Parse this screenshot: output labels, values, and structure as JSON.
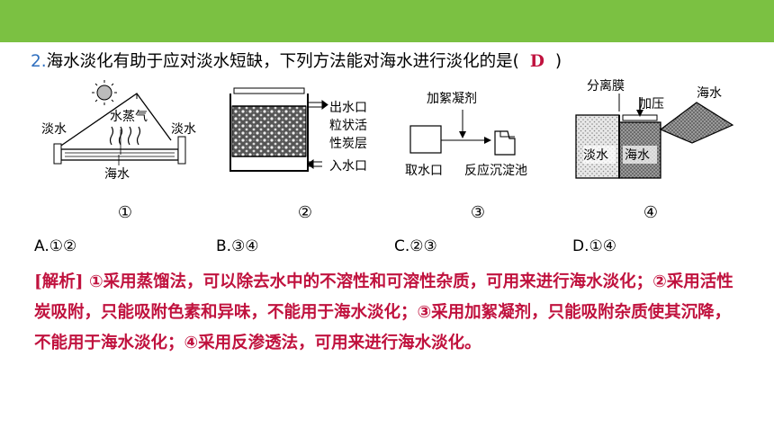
{
  "question": {
    "number": "2.",
    "text": "海水淡化有助于应对淡水短缺，下列方法能对海水进行淡化的是(",
    "answer": "D",
    "close": ")"
  },
  "figures": {
    "fig1": {
      "label_left": "淡水",
      "label_steam": "水蒸气",
      "label_right": "淡水",
      "label_sea": "海水",
      "number": "①"
    },
    "fig2": {
      "label_out": "出水口",
      "label_carbon1": "粒状活",
      "label_carbon2": "性炭层",
      "label_in": "入水口",
      "number": "②"
    },
    "fig3": {
      "label_agent": "加絮凝剂",
      "label_intake": "取水口",
      "label_tank": "反应沉淀池",
      "number": "③"
    },
    "fig4": {
      "label_membrane": "分离膜",
      "label_seawater_top": "海水",
      "label_pressure": "加压",
      "label_fresh": "淡水",
      "label_sea": "海水",
      "number": "④"
    }
  },
  "options": [
    {
      "label": "A.①②"
    },
    {
      "label": "B.③④"
    },
    {
      "label": "C.②③"
    },
    {
      "label": "D.①④"
    }
  ],
  "analysis": {
    "tag": "[解析]",
    "text": "①采用蒸馏法，可以除去水中的不溶性和可溶性杂质，可用来进行海水淡化；②采用活性炭吸附，只能吸附色素和异味，不能用于海水淡化；③采用加絮凝剂，只能吸附杂质使其沉降，不能用于海水淡化；④采用反渗透法，可用来进行海水淡化。"
  },
  "colors": {
    "topbar": "#7bc142",
    "answer": "#c0123e",
    "analysis": "#c0123e",
    "question_number": "#2f6fbf"
  }
}
